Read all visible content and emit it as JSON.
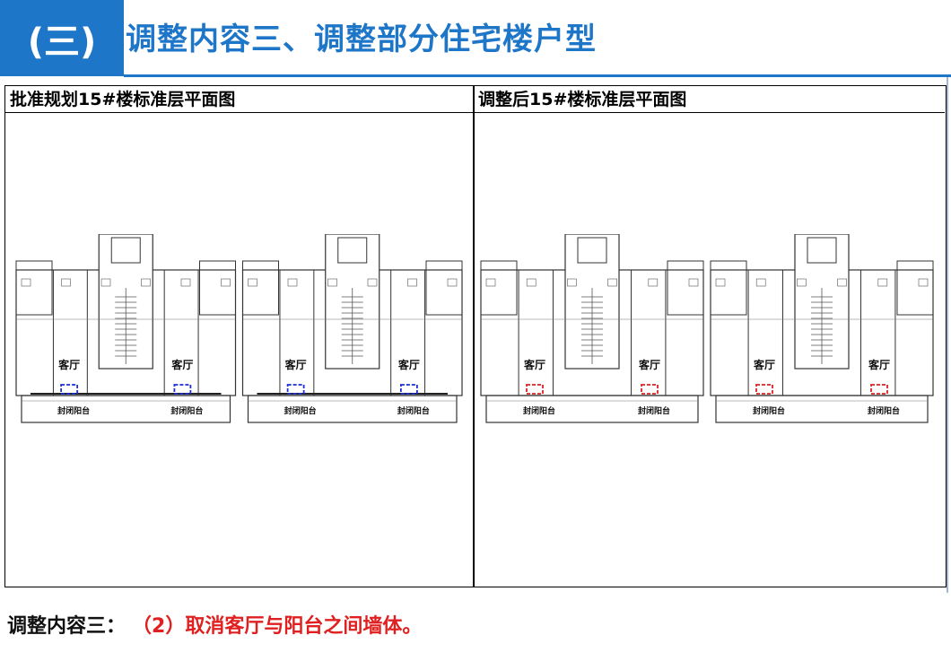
{
  "header": {
    "badge": "(三)",
    "title": "调整内容三、调整部分住宅楼户型"
  },
  "panels": {
    "left": {
      "title": "批准规划15#楼标准层平面图",
      "rooms": [
        "客厅",
        "客厅",
        "客厅",
        "客厅"
      ],
      "balconies": [
        "封闭阳台",
        "封闭阳台",
        "封闭阳台",
        "封闭阳台"
      ],
      "marker_color": "#1a2fd8"
    },
    "right": {
      "title": "调整后15#楼标准层平面图",
      "rooms": [
        "客厅",
        "客厅",
        "客厅",
        "客厅"
      ],
      "balconies": [
        "封闭阳台",
        "封闭阳台",
        "封闭阳台",
        "封闭阳台"
      ],
      "marker_color": "#e02020"
    }
  },
  "footer": {
    "label": "调整内容三：",
    "text": "（2）取消客厅与阳台之间墙体。"
  },
  "colors": {
    "accent": "#1e76c8",
    "highlight": "#e02020"
  }
}
